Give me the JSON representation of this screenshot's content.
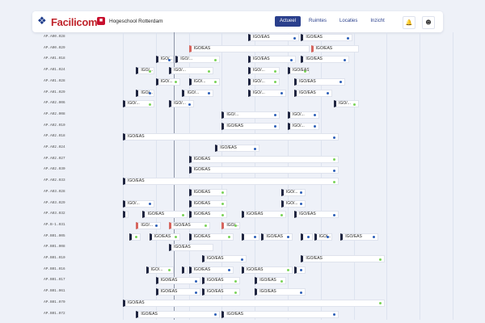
{
  "header": {
    "logo_icon": "facilicom-logo-icon",
    "brand": "Facilicom",
    "org_icon": "hogeschool-logo-icon",
    "org_name": "Hogeschool Rotterdam",
    "nav": [
      {
        "label": "Actueel",
        "active": true
      },
      {
        "label": "Ruimtes",
        "active": false
      },
      {
        "label": "Locaties",
        "active": false
      },
      {
        "label": "Inzicht",
        "active": false
      }
    ],
    "bell_icon": "bell-icon",
    "user_icon": "user-icon"
  },
  "rows": [
    {
      "label": "AP.A00.028",
      "bars": [
        {
          "start": 0.38,
          "end": 0.54,
          "text": "IGO/EAS",
          "dot": "blue",
          "status": "normal"
        },
        {
          "start": 0.54,
          "end": 0.7,
          "text": "IGO/EAS",
          "dot": "blue",
          "status": "normal"
        }
      ]
    },
    {
      "label": "AP.A00.029",
      "bars": [
        {
          "start": 0.2,
          "end": 0.57,
          "text": "IGO/EAS",
          "dot": "none",
          "status": "red"
        },
        {
          "start": 0.57,
          "end": 0.72,
          "text": "IGO/EAS",
          "dot": "none",
          "status": "red"
        }
      ]
    },
    {
      "label": "AP.A01.018",
      "bars": [
        {
          "start": 0.1,
          "end": 0.16,
          "text": "IGO/...",
          "dot": "blue",
          "status": "normal"
        },
        {
          "start": 0.16,
          "end": 0.3,
          "text": "IGO/...",
          "dot": "green",
          "status": "normal"
        },
        {
          "start": 0.38,
          "end": 0.53,
          "text": "IGO/EAS",
          "dot": "blue",
          "status": "normal"
        },
        {
          "start": 0.54,
          "end": 0.69,
          "text": "IGO/EAS",
          "dot": "blue",
          "status": "normal"
        }
      ]
    },
    {
      "label": "AP.A01.024",
      "bars": [
        {
          "start": 0.04,
          "end": 0.1,
          "text": "IGO/...",
          "dot": "green",
          "status": "normal"
        },
        {
          "start": 0.14,
          "end": 0.28,
          "text": "IGO/...",
          "dot": "green",
          "status": "normal"
        },
        {
          "start": 0.38,
          "end": 0.48,
          "text": "IGO/...",
          "dot": "green",
          "status": "normal"
        },
        {
          "start": 0.5,
          "end": 0.57,
          "text": "IGO/EAS",
          "dot": "green",
          "status": "normal"
        }
      ]
    },
    {
      "label": "AP.A01.028",
      "bars": [
        {
          "start": 0.1,
          "end": 0.18,
          "text": "IGO/...",
          "dot": "green",
          "status": "normal"
        },
        {
          "start": 0.2,
          "end": 0.3,
          "text": "IGO/...",
          "dot": "green",
          "status": "normal"
        },
        {
          "start": 0.38,
          "end": 0.48,
          "text": "IGO/...",
          "dot": "green",
          "status": "normal"
        },
        {
          "start": 0.52,
          "end": 0.68,
          "text": "IGO/EAS",
          "dot": "blue",
          "status": "normal"
        }
      ]
    },
    {
      "label": "AP.A01.029",
      "bars": [
        {
          "start": 0.04,
          "end": 0.1,
          "text": "IGO/...",
          "dot": "blue",
          "status": "normal"
        },
        {
          "start": 0.18,
          "end": 0.28,
          "text": "IGO/...",
          "dot": "blue",
          "status": "normal"
        },
        {
          "start": 0.38,
          "end": 0.5,
          "text": "IGO/...",
          "dot": "blue",
          "status": "normal"
        },
        {
          "start": 0.52,
          "end": 0.64,
          "text": "IGO/EAS",
          "dot": "blue",
          "status": "normal"
        }
      ]
    },
    {
      "label": "AP.A02.006",
      "bars": [
        {
          "start": 0.0,
          "end": 0.1,
          "text": "IGO/...",
          "dot": "green",
          "status": "normal"
        },
        {
          "start": 0.14,
          "end": 0.22,
          "text": "IGO/...",
          "dot": "blue",
          "status": "normal"
        },
        {
          "start": 0.64,
          "end": 0.72,
          "text": "IGO/...",
          "dot": "green",
          "status": "normal"
        }
      ]
    },
    {
      "label": "AP.A02.008",
      "bars": [
        {
          "start": 0.3,
          "end": 0.48,
          "text": "IGO/...",
          "dot": "blue",
          "status": "normal"
        },
        {
          "start": 0.5,
          "end": 0.6,
          "text": "IGO/...",
          "dot": "blue",
          "status": "normal"
        }
      ]
    },
    {
      "label": "AP.A02.010",
      "bars": [
        {
          "start": 0.3,
          "end": 0.48,
          "text": "IGO/EAS",
          "dot": "blue",
          "status": "normal"
        },
        {
          "start": 0.5,
          "end": 0.6,
          "text": "IGO/...",
          "dot": "blue",
          "status": "normal"
        }
      ]
    },
    {
      "label": "AP.A02.018",
      "bars": [
        {
          "start": 0.0,
          "end": 0.66,
          "text": "IGO/EAS",
          "dot": "blue",
          "status": "normal"
        }
      ]
    },
    {
      "label": "AP.A02.024",
      "bars": [
        {
          "start": 0.28,
          "end": 0.42,
          "text": "IGO/EAS",
          "dot": "blue",
          "status": "normal"
        }
      ]
    },
    {
      "label": "AP.A02.027",
      "bars": [
        {
          "start": 0.2,
          "end": 0.66,
          "text": "IGO/EAS",
          "dot": "green",
          "status": "normal"
        }
      ]
    },
    {
      "label": "AP.A02.030",
      "bars": [
        {
          "start": 0.2,
          "end": 0.66,
          "text": "IGO/EAS",
          "dot": "blue",
          "status": "normal"
        }
      ]
    },
    {
      "label": "AP.A02.033",
      "bars": [
        {
          "start": 0.0,
          "end": 0.66,
          "text": "IGO/EAS",
          "dot": "green",
          "status": "normal"
        }
      ]
    },
    {
      "label": "AP.A03.028",
      "bars": [
        {
          "start": 0.2,
          "end": 0.32,
          "text": "IGO/EAS",
          "dot": "green",
          "status": "normal"
        },
        {
          "start": 0.48,
          "end": 0.56,
          "text": "IGO/...",
          "dot": "blue",
          "status": "normal"
        }
      ]
    },
    {
      "label": "AP.A03.029",
      "bars": [
        {
          "start": 0.0,
          "end": 0.1,
          "text": "IGO/...",
          "dot": "blue",
          "status": "normal"
        },
        {
          "start": 0.2,
          "end": 0.32,
          "text": "IGO/EAS",
          "dot": "green",
          "status": "normal"
        },
        {
          "start": 0.48,
          "end": 0.56,
          "text": "IGO/...",
          "dot": "blue",
          "status": "normal"
        }
      ]
    },
    {
      "label": "AP.A03.032",
      "bars": [
        {
          "start": 0.0,
          "end": 0.02,
          "text": "",
          "dot": "green",
          "status": "normal"
        },
        {
          "start": 0.06,
          "end": 0.2,
          "text": "IGO/EAS",
          "dot": "green",
          "status": "normal"
        },
        {
          "start": 0.2,
          "end": 0.32,
          "text": "IGO/EAS",
          "dot": "green",
          "status": "normal"
        },
        {
          "start": 0.36,
          "end": 0.5,
          "text": "IGO/EAS",
          "dot": "green",
          "status": "normal"
        },
        {
          "start": 0.52,
          "end": 0.66,
          "text": "IGO/EAS",
          "dot": "blue",
          "status": "normal"
        }
      ]
    },
    {
      "label": "AP.B-1.031",
      "bars": [
        {
          "start": 0.04,
          "end": 0.12,
          "text": "IGO/...",
          "dot": "blue",
          "status": "red"
        },
        {
          "start": 0.14,
          "end": 0.27,
          "text": "IGO/EAS",
          "dot": "green",
          "status": "red"
        },
        {
          "start": 0.3,
          "end": 0.36,
          "text": "IGO/...",
          "dot": "green",
          "status": "red"
        }
      ]
    },
    {
      "label": "AP.B01.005",
      "bars": [
        {
          "start": 0.02,
          "end": 0.06,
          "text": "",
          "dot": "green",
          "status": "normal"
        },
        {
          "start": 0.08,
          "end": 0.18,
          "text": "IGO/EAS",
          "dot": "green",
          "status": "normal"
        },
        {
          "start": 0.2,
          "end": 0.34,
          "text": "IGO/EAS",
          "dot": "green",
          "status": "normal"
        },
        {
          "start": 0.36,
          "end": 0.42,
          "text": "",
          "dot": "blue",
          "status": "normal"
        },
        {
          "start": 0.42,
          "end": 0.52,
          "text": "IGO/EAS",
          "dot": "blue",
          "status": "normal"
        },
        {
          "start": 0.54,
          "end": 0.58,
          "text": "",
          "dot": "blue",
          "status": "normal"
        },
        {
          "start": 0.58,
          "end": 0.64,
          "text": "IGO/...",
          "dot": "blue",
          "status": "normal"
        },
        {
          "start": 0.66,
          "end": 0.78,
          "text": "IGO/EAS",
          "dot": "blue",
          "status": "normal"
        }
      ]
    },
    {
      "label": "AP.B01.008",
      "bars": [
        {
          "start": 0.14,
          "end": 0.28,
          "text": "IGO/EAS",
          "dot": "none",
          "status": "normal"
        }
      ]
    },
    {
      "label": "AP.B01.010",
      "bars": [
        {
          "start": 0.24,
          "end": 0.38,
          "text": "IGO/EAS",
          "dot": "blue",
          "status": "normal"
        },
        {
          "start": 0.54,
          "end": 0.8,
          "text": "IGO/EAS",
          "dot": "green",
          "status": "normal"
        }
      ]
    },
    {
      "label": "AP.B01.016",
      "bars": [
        {
          "start": 0.07,
          "end": 0.16,
          "text": "IGO/...",
          "dot": "green",
          "status": "normal"
        },
        {
          "start": 0.18,
          "end": 0.2,
          "text": "",
          "dot": "blue",
          "status": "normal"
        },
        {
          "start": 0.2,
          "end": 0.34,
          "text": "IGO/EAS",
          "dot": "blue",
          "status": "normal"
        },
        {
          "start": 0.36,
          "end": 0.52,
          "text": "IGO/EAS",
          "dot": "green",
          "status": "normal"
        },
        {
          "start": 0.52,
          "end": 0.56,
          "text": "",
          "dot": "blue",
          "status": "normal"
        }
      ]
    },
    {
      "label": "AP.B01.017",
      "bars": [
        {
          "start": 0.1,
          "end": 0.24,
          "text": "IGO/EAS",
          "dot": "blue",
          "status": "normal"
        },
        {
          "start": 0.24,
          "end": 0.36,
          "text": "IGO/EAS",
          "dot": "green",
          "status": "normal"
        },
        {
          "start": 0.4,
          "end": 0.5,
          "text": "IGO/EAS",
          "dot": "green",
          "status": "normal"
        }
      ]
    },
    {
      "label": "AP.B01.061",
      "bars": [
        {
          "start": 0.1,
          "end": 0.24,
          "text": "IGO/EAS",
          "dot": "blue",
          "status": "normal"
        },
        {
          "start": 0.24,
          "end": 0.36,
          "text": "IGO/EAS",
          "dot": "green",
          "status": "normal"
        },
        {
          "start": 0.4,
          "end": 0.56,
          "text": "IGO/EAS",
          "dot": "blue",
          "status": "normal"
        }
      ]
    },
    {
      "label": "AP.B01.070",
      "bars": [
        {
          "start": 0.0,
          "end": 0.8,
          "text": "IGO/EAS",
          "dot": "green",
          "status": "normal"
        }
      ]
    },
    {
      "label": "AP.B01.072",
      "bars": [
        {
          "start": 0.04,
          "end": 0.3,
          "text": "IGO/EAS",
          "dot": "blue",
          "status": "normal"
        },
        {
          "start": 0.3,
          "end": 0.66,
          "text": "IGO/EAS",
          "dot": "blue",
          "status": "normal"
        }
      ]
    }
  ]
}
